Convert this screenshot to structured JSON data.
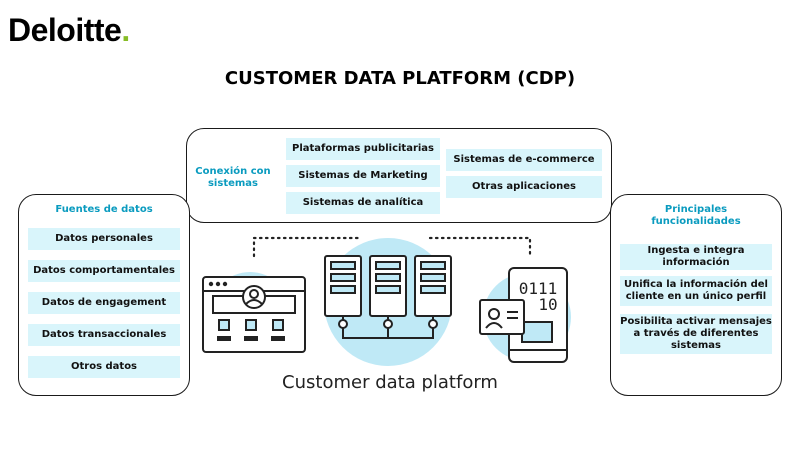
{
  "brand": {
    "name": "Deloitte",
    "dot": ".",
    "dot_color": "#86bc25"
  },
  "title": "CUSTOMER DATA PLATFORM (CDP)",
  "colors": {
    "accent": "#0a9bbf",
    "pill_bg": "#d9f5fb",
    "circle_bg": "#bfe9f6"
  },
  "connections": {
    "title": "Conexión con sistemas",
    "left_items": [
      "Plataformas publicitarias",
      "Sistemas de Marketing",
      "Sistemas de analítica"
    ],
    "right_items": [
      "Sistemas de e-commerce",
      "Otras aplicaciones"
    ]
  },
  "sources": {
    "title": "Fuentes de datos",
    "items": [
      "Datos personales",
      "Datos comportamentales",
      "Datos de engagement",
      "Datos transaccionales",
      "Otros datos"
    ]
  },
  "features": {
    "title": "Principales funcionalidades",
    "items": [
      "Ingesta e integra información",
      "Unifica la información del cliente en un único perfil",
      "Posibilita activar mensajes a través de diferentes sistemas"
    ]
  },
  "binary": {
    "row1": "0111",
    "row2": "10"
  },
  "center_label": "Customer data platform"
}
